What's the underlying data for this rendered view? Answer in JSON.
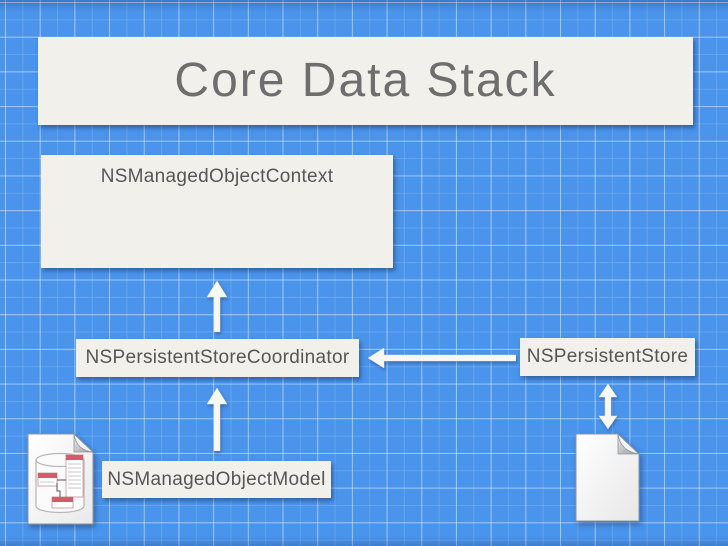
{
  "slide": {
    "title": "Core Data Stack",
    "boxes": {
      "context": {
        "label": "NSManagedObjectContext"
      },
      "coordinator": {
        "label": "NSPersistentStoreCoordinator"
      },
      "store": {
        "label": "NSPersistentStore"
      },
      "model": {
        "label": "NSManagedObjectModel"
      }
    },
    "arrows": [
      {
        "name": "coordinator-to-context",
        "direction": "up"
      },
      {
        "name": "store-to-coordinator",
        "direction": "left"
      },
      {
        "name": "model-to-coordinator",
        "direction": "up"
      },
      {
        "name": "store-to-document",
        "direction": "both-vertical"
      }
    ],
    "icons": [
      {
        "name": "managed-object-model-document-icon"
      },
      {
        "name": "persistent-store-document-icon"
      }
    ],
    "colors": {
      "background_blue": "#4a94ec",
      "grid_line_major": "rgba(255,255,255,0.38)",
      "grid_line_minor": "rgba(255,255,255,0.15)",
      "box_fill": "#f1f0ea",
      "title_text": "#6e6e6e",
      "label_text": "#565656",
      "arrow_fill": "#f8f8f3",
      "entity_red": "#d9596b"
    }
  }
}
